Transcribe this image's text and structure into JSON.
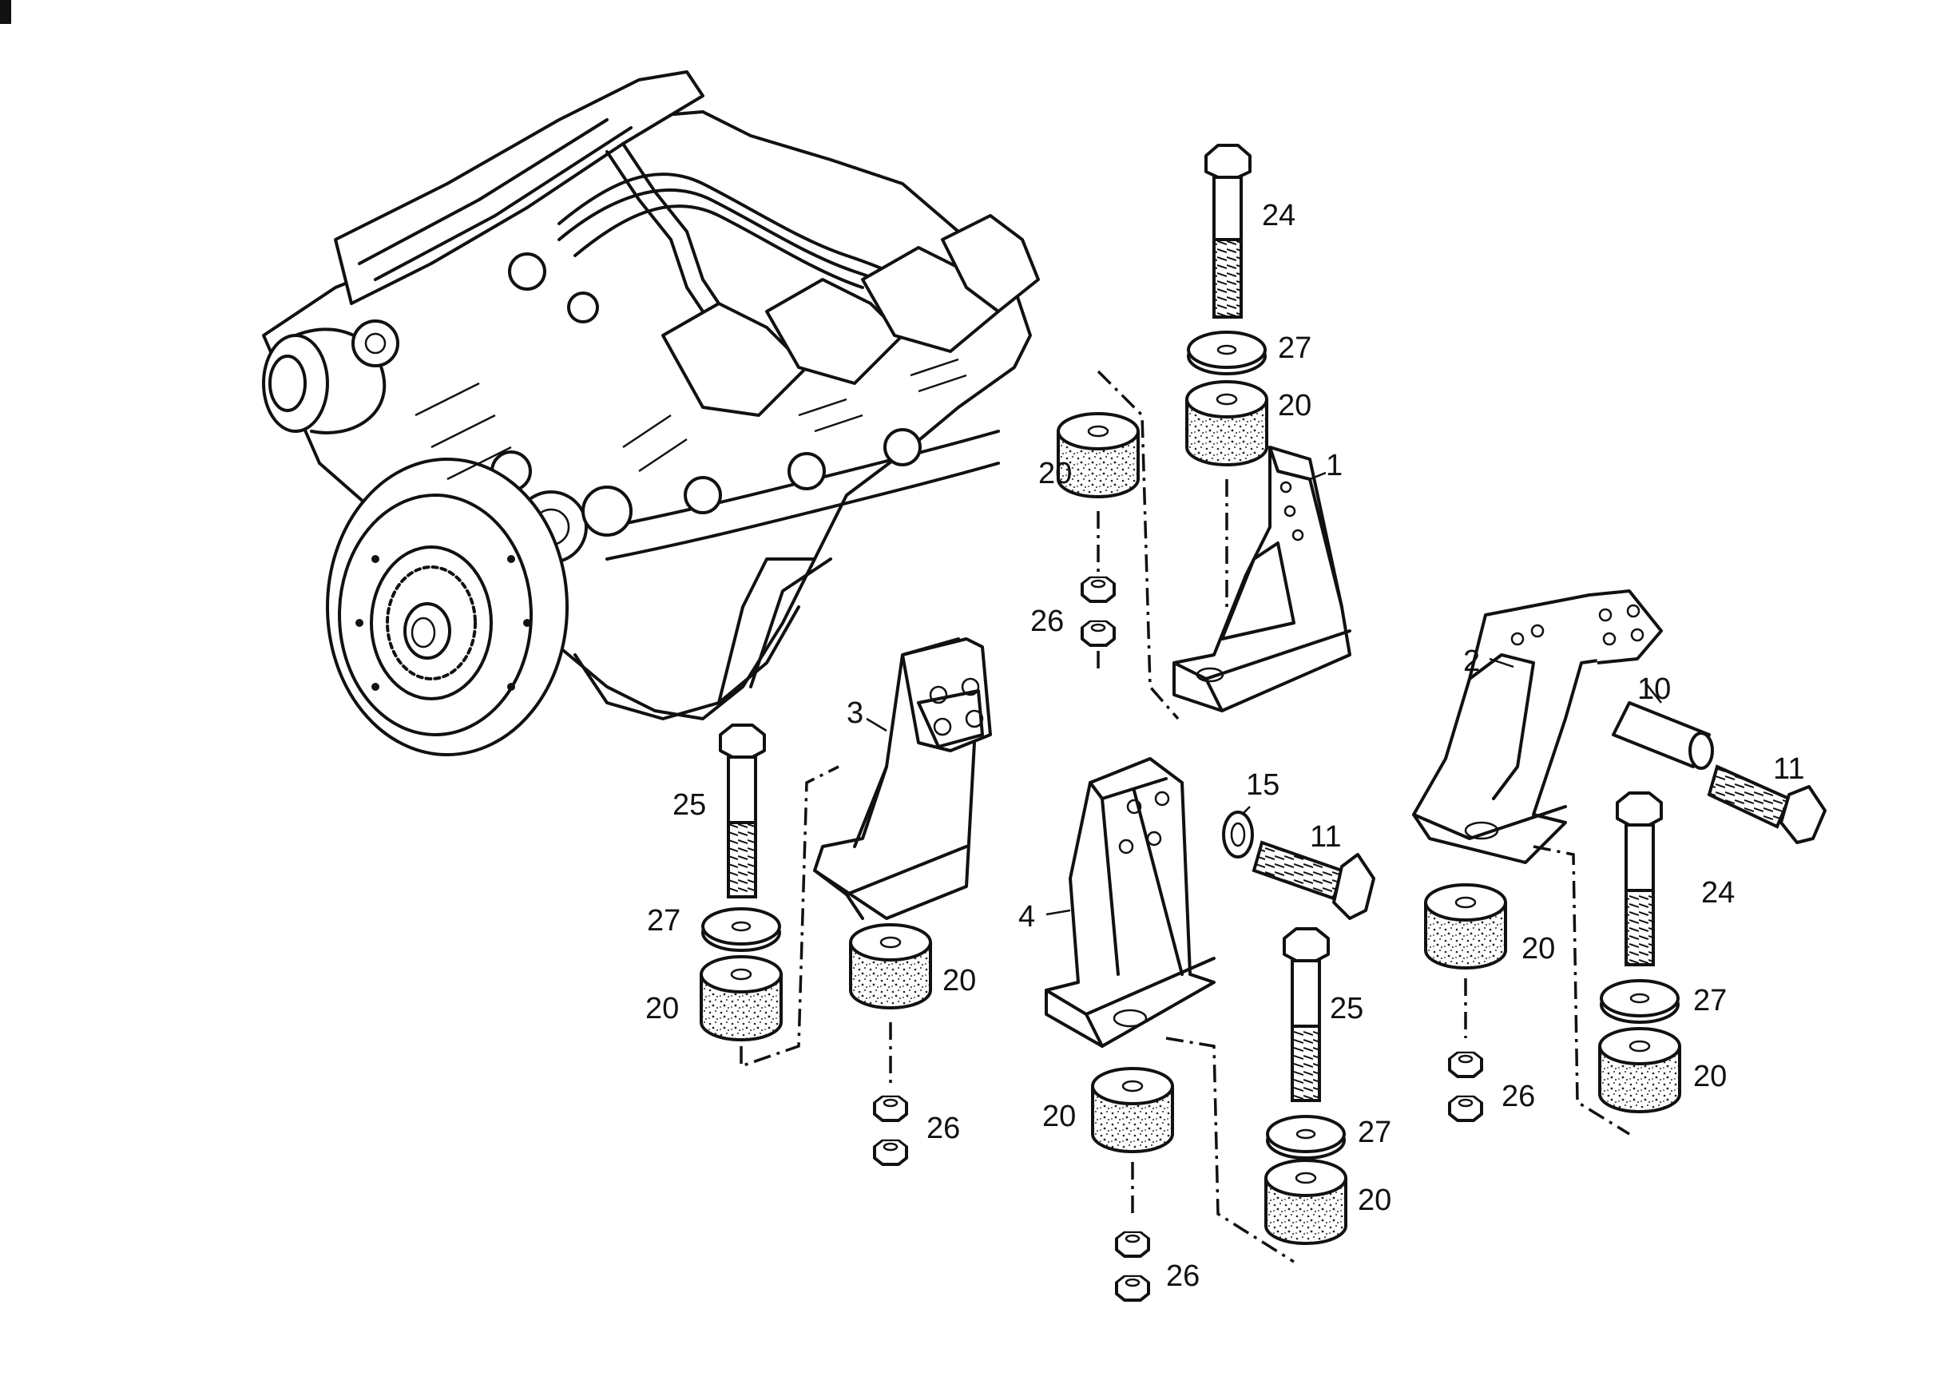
{
  "diagram": {
    "callouts": {
      "c1": "1",
      "c2": "2",
      "c3": "3",
      "c4": "4",
      "c10": "10",
      "c11a": "11",
      "c11b": "11",
      "c15": "15",
      "c20a": "20",
      "c20b": "20",
      "c20c": "20",
      "c20d": "20",
      "c20e": "20",
      "c20f": "20",
      "c20g": "20",
      "c20h": "20",
      "c24a": "24",
      "c24b": "24",
      "c25a": "25",
      "c25b": "25",
      "c26a": "26",
      "c26b": "26",
      "c26c": "26",
      "c26d": "26",
      "c27a": "27",
      "c27b": "27",
      "c27c": "27",
      "c27d": "27"
    }
  }
}
